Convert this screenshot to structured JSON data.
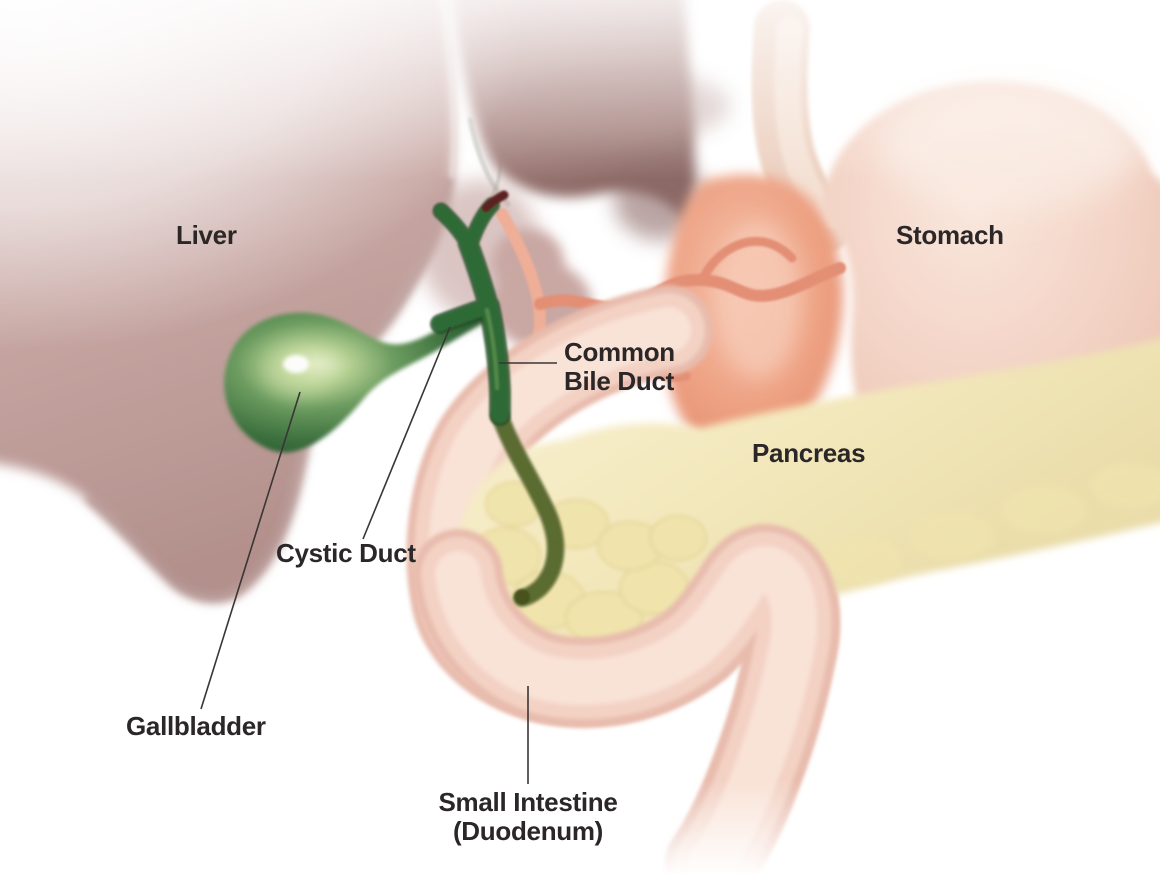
{
  "figure": {
    "type": "anatomical-illustration",
    "subject": "Gallbladder and biliary tract with surrounding organs",
    "background": "#ffffff",
    "text_color": "#2b2627",
    "leader_line_color": "#3a3536",
    "labels": {
      "liver": "Liver",
      "stomach": "Stomach",
      "common_bile_duct": [
        "Common",
        "Bile Duct"
      ],
      "pancreas": "Pancreas",
      "cystic_duct": "Cystic Duct",
      "gallbladder": "Gallbladder",
      "small_intestine": [
        "Small Intestine",
        "(Duodenum)"
      ]
    },
    "organ_colors": {
      "liver": "#c8a8a4",
      "liver_left_lobe": "#8a6763",
      "stomach": "#f3d4c6",
      "esophagus": "#ecd0c0",
      "pylorus_and_vessels": "#eda081",
      "pancreas": "#f3e8bc",
      "duodenum": "#f3d2c4",
      "gallbladder": "#3b6f3d",
      "bile_duct_green": "#2e6331",
      "bile_duct_olive": "#57682c"
    }
  }
}
